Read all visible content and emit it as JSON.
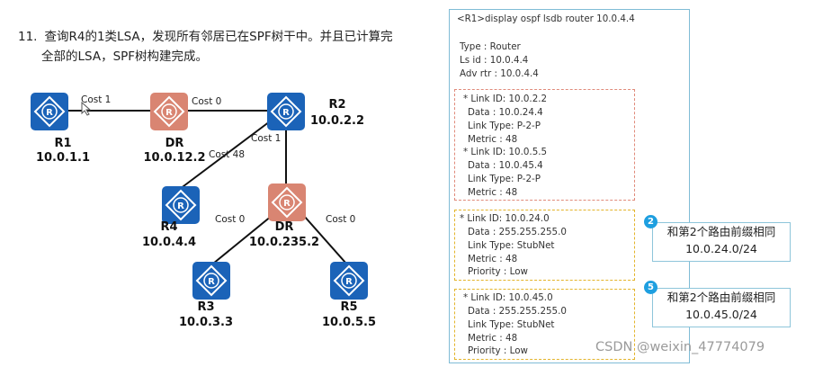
{
  "question": {
    "number": "11.",
    "line1": "查询R4的1类LSA，发现所有邻居已在SPF树干中。并且已计算完",
    "line2": "全部的LSA，SPF树构建完成。"
  },
  "topology": {
    "routers": [
      {
        "id": "r1",
        "name": "R1",
        "ip": "10.0.1.1",
        "kind": "router"
      },
      {
        "id": "dr1",
        "name": "DR",
        "ip": "10.0.12.2",
        "kind": "dr"
      },
      {
        "id": "r2",
        "name": "R2",
        "ip": "10.0.2.2",
        "kind": "router"
      },
      {
        "id": "r4",
        "name": "R4",
        "ip": "10.0.4.4",
        "kind": "router"
      },
      {
        "id": "dr2",
        "name": "DR",
        "ip": "10.0.235.2",
        "kind": "dr"
      },
      {
        "id": "r3",
        "name": "R3",
        "ip": "10.0.3.3",
        "kind": "router"
      },
      {
        "id": "r5",
        "name": "R5",
        "ip": "10.0.5.5",
        "kind": "router"
      }
    ],
    "router_glyph": "R",
    "costs": {
      "r1_dr1": "Cost 1",
      "dr1_r2": "Cost 0",
      "r2_dr2": "Cost 1",
      "r4_r2": "Cost 48",
      "dr2_r3": "Cost 0",
      "dr2_r5": "Cost 0"
    }
  },
  "lsdb": {
    "command": "<R1>display ospf lsdb router 10.0.4.4",
    "type_line": "Type     : Router",
    "lsid_line": "Ls id     : 10.0.4.4",
    "advrtr_line": "Adv rtr   : 10.0.4.4",
    "links": [
      [
        "* Link ID: 10.0.2.2",
        "Data    : 10.0.24.4",
        "Link Type: P-2-P",
        "Metric : 48"
      ],
      [
        "* Link ID: 10.0.5.5",
        "Data    : 10.0.45.4",
        "Link Type: P-2-P",
        "Metric : 48"
      ],
      [
        "* Link ID: 10.0.24.0",
        "Data    : 255.255.255.0",
        "Link Type: StubNet",
        "Metric : 48",
        "Priority : Low"
      ],
      [
        "* Link ID: 10.0.45.0",
        "Data    : 255.255.255.0",
        "Link Type: StubNet",
        "Metric : 48",
        "Priority : Low"
      ]
    ]
  },
  "callouts": [
    {
      "badge": "2",
      "line1": "和第2个路由前缀相同",
      "line2": "10.0.24.0/24"
    },
    {
      "badge": "5",
      "line1": "和第2个路由前缀相同",
      "line2": "10.0.45.0/24"
    }
  ],
  "watermark": "CSDN @weixin_47774079",
  "colors": {
    "router": "#1b63b8",
    "dr": "#d98572",
    "panel_border": "#7fbcd6",
    "red_dash": "#e08a7a",
    "yellow_dash": "#e3b42b",
    "badge": "#1e9fe0"
  }
}
